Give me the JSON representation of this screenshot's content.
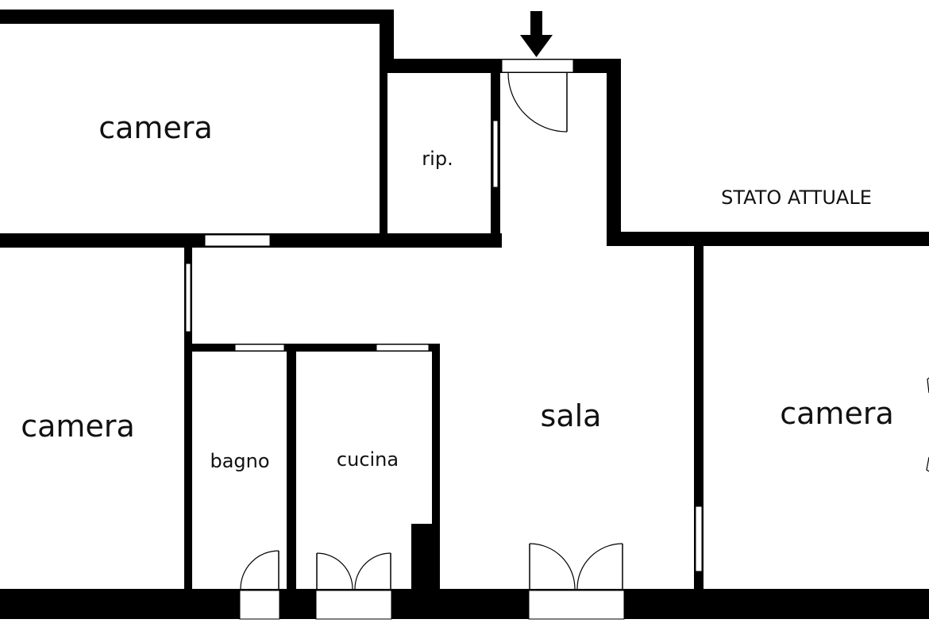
{
  "plan": {
    "status_label": "STATO ATTUALE",
    "rooms": {
      "camera_top": "camera",
      "ripostiglio": "rip.",
      "camera_left": "camera",
      "bagno": "bagno",
      "cucina": "cucina",
      "sala": "sala",
      "camera_right": "camera"
    },
    "icons": {
      "entrance": "down-arrow-icon"
    },
    "colors": {
      "wall": "#000000",
      "background": "#ffffff"
    }
  }
}
